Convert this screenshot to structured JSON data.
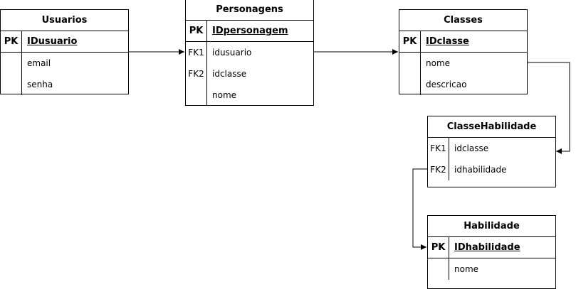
{
  "entities": {
    "usuarios": {
      "title": "Usuarios",
      "pk": {
        "key": "PK",
        "field": "IDusuario"
      },
      "fields": [
        {
          "key": "",
          "field": "email"
        },
        {
          "key": "",
          "field": "senha"
        }
      ]
    },
    "personagens": {
      "title": "Personagens",
      "pk": {
        "key": "PK",
        "field": "IDpersonagem"
      },
      "fields": [
        {
          "key": "FK1",
          "field": "idusuario"
        },
        {
          "key": "FK2",
          "field": "idclasse"
        },
        {
          "key": "",
          "field": "nome"
        }
      ]
    },
    "classes": {
      "title": "Classes",
      "pk": {
        "key": "PK",
        "field": "IDclasse"
      },
      "fields": [
        {
          "key": "",
          "field": "nome"
        },
        {
          "key": "",
          "field": "descricao"
        }
      ]
    },
    "classehabilidade": {
      "title": "ClasseHabilidade",
      "fields": [
        {
          "key": "FK1",
          "field": "idclasse"
        },
        {
          "key": "FK2",
          "field": "idhabilidade"
        }
      ]
    },
    "habilidade": {
      "title": "Habilidade",
      "pk": {
        "key": "PK",
        "field": "IDhabilidade"
      },
      "fields": [
        {
          "key": "",
          "field": "nome"
        }
      ]
    }
  },
  "relations": [
    {
      "from": "usuarios.IDusuario",
      "to": "personagens.idusuario"
    },
    {
      "from": "personagens.idusuario",
      "to": "classes.IDclasse"
    },
    {
      "from": "classes.nome",
      "to": "classehabilidade.idclasse"
    },
    {
      "from": "classehabilidade.idhabilidade",
      "to": "habilidade.IDhabilidade"
    }
  ]
}
